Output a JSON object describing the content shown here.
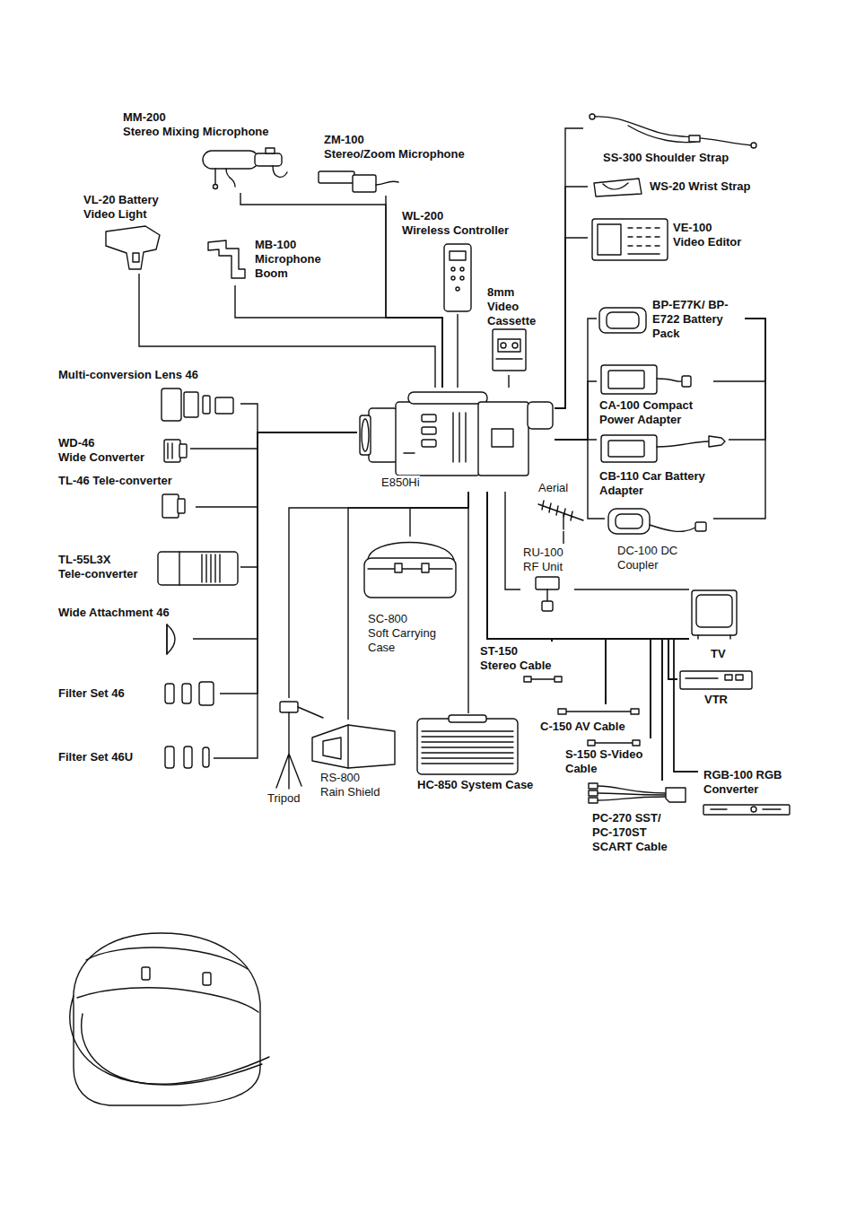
{
  "diagram": {
    "nodes": [
      {
        "text": [
          "MM-200",
          "Stereo Mixing Microphone"
        ]
      },
      {
        "text": [
          "ZM-100",
          "Stereo/Zoom Microphone"
        ]
      },
      {
        "text": [
          "VL-20 Battery Video Light"
        ]
      },
      {
        "text": [
          "MB-100",
          "Microphone Boom"
        ]
      },
      {
        "text": [
          "WL-200",
          "Wireless Controller"
        ]
      },
      {
        "text": [
          "8mm Video Cassette"
        ]
      },
      {
        "text": [
          "SS-300 Shoulder Strap"
        ]
      },
      {
        "text": [
          "WS-20 Wrist Strap"
        ]
      },
      {
        "text": [
          "VE-100",
          "Video Editor"
        ]
      },
      {
        "text": [
          "BP-E77K/ BP-E722 Battery Pack"
        ]
      },
      {
        "text": [
          "CA-100 Compact Power Adapter"
        ]
      },
      {
        "text": [
          "CB-110 Car Battery Adapter"
        ]
      },
      {
        "text": [
          "DC-100 DC Coupler"
        ]
      },
      {
        "text": [
          "E850Hi"
        ]
      },
      {
        "text": [
          "Multi-conversion Lens 46"
        ]
      },
      {
        "text": [
          "WD-46",
          "Wide Converter"
        ]
      },
      {
        "text": [
          "TL-46 Tele-converter"
        ]
      },
      {
        "text": [
          "TL-55L3X",
          "Tele-converter"
        ]
      },
      {
        "text": [
          "Wide Attachment 46"
        ]
      },
      {
        "text": [
          "Filter Set 46"
        ]
      },
      {
        "text": [
          "Filter Set 46U"
        ]
      },
      {
        "text": [
          "Tripod"
        ]
      },
      {
        "text": [
          "RS-800",
          "Rain Shield"
        ]
      },
      {
        "text": [
          "SC-800",
          "Soft Carrying Case"
        ]
      },
      {
        "text": [
          "HC-850 System Case"
        ]
      },
      {
        "text": [
          "Aerial"
        ]
      },
      {
        "text": [
          "RU-100",
          "RF Unit"
        ]
      },
      {
        "text": [
          "TV"
        ]
      },
      {
        "text": [
          "VTR"
        ]
      },
      {
        "text": [
          "ST-150",
          "Stereo Cable"
        ]
      },
      {
        "text": [
          "C-150 AV Cable"
        ]
      },
      {
        "text": [
          "S-150 S-Video Cable"
        ]
      },
      {
        "text": [
          "PC-270 SST/ PC-170ST SCART Cable"
        ]
      },
      {
        "text": [
          "RGB-100 RGB Converter"
        ]
      }
    ],
    "edges": [
      {
        "from": 0,
        "to": 13,
        "arrow": "none"
      },
      {
        "from": 1,
        "to": 13,
        "arrow": "none"
      },
      {
        "from": 2,
        "to": 13,
        "arrow": "none"
      },
      {
        "from": 3,
        "to": 13,
        "arrow": "none"
      },
      {
        "from": 4,
        "to": 13,
        "arrow": "none"
      },
      {
        "from": 5,
        "to": 13,
        "arrow": "none"
      },
      {
        "from": 6,
        "to": 13,
        "arrow": "none"
      },
      {
        "from": 7,
        "to": 13,
        "arrow": "none"
      },
      {
        "from": 8,
        "to": 13,
        "arrow": "none"
      },
      {
        "from": 9,
        "to": 13,
        "arrow": "none"
      },
      {
        "from": 10,
        "to": 13,
        "arrow": "none"
      },
      {
        "from": 11,
        "to": 13,
        "arrow": "none"
      },
      {
        "from": 12,
        "to": 13,
        "arrow": "none"
      },
      {
        "from": 10,
        "to": 9,
        "arrow": "none"
      },
      {
        "from": 11,
        "to": 9,
        "arrow": "none"
      },
      {
        "from": 12,
        "to": 9,
        "arrow": "none"
      },
      {
        "from": 14,
        "to": 13,
        "arrow": "none"
      },
      {
        "from": 15,
        "to": 13,
        "arrow": "none"
      },
      {
        "from": 16,
        "to": 13,
        "arrow": "none"
      },
      {
        "from": 17,
        "to": 13,
        "arrow": "none"
      },
      {
        "from": 18,
        "to": 13,
        "arrow": "none"
      },
      {
        "from": 19,
        "to": 13,
        "arrow": "none"
      },
      {
        "from": 20,
        "to": 13,
        "arrow": "none"
      },
      {
        "from": 21,
        "to": 13,
        "arrow": "none"
      },
      {
        "from": 22,
        "to": 13,
        "arrow": "none"
      },
      {
        "from": 23,
        "to": 13,
        "arrow": "none"
      },
      {
        "from": 24,
        "to": 13,
        "arrow": "none"
      },
      {
        "from": 25,
        "to": 26,
        "arrow": "none"
      },
      {
        "from": 13,
        "to": 26,
        "arrow": "none"
      },
      {
        "from": 26,
        "to": 27,
        "arrow": "none"
      },
      {
        "from": 13,
        "to": 29,
        "arrow": "none"
      },
      {
        "from": 13,
        "to": 30,
        "arrow": "none"
      },
      {
        "from": 13,
        "to": 31,
        "arrow": "none"
      },
      {
        "from": 13,
        "to": 32,
        "arrow": "none"
      },
      {
        "from": 13,
        "to": 33,
        "arrow": "none"
      },
      {
        "from": 29,
        "to": 27,
        "arrow": "none"
      },
      {
        "from": 30,
        "to": 27,
        "arrow": "none"
      },
      {
        "from": 31,
        "to": 27,
        "arrow": "none"
      },
      {
        "from": 32,
        "to": 27,
        "arrow": "none"
      },
      {
        "from": 33,
        "to": 27,
        "arrow": "none"
      },
      {
        "from": 29,
        "to": 28,
        "arrow": "none"
      },
      {
        "from": 30,
        "to": 28,
        "arrow": "none"
      },
      {
        "from": 31,
        "to": 28,
        "arrow": "none"
      },
      {
        "from": 32,
        "to": 28,
        "arrow": "none"
      }
    ]
  }
}
